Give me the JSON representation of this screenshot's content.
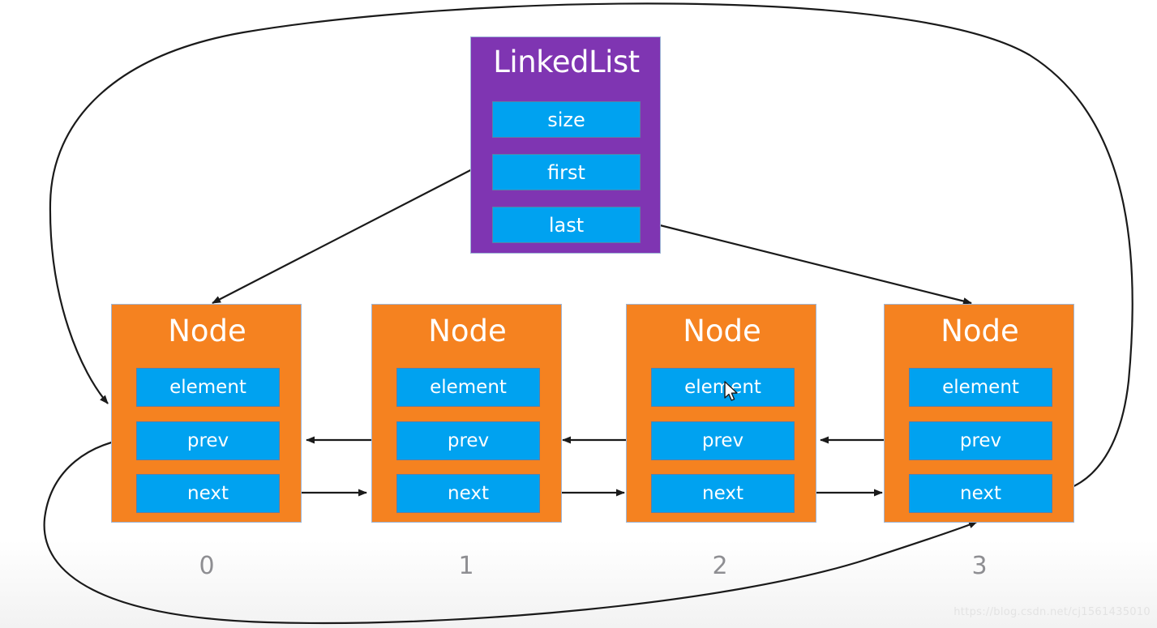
{
  "diagram": {
    "title": "LinkedList doubly linked list structure",
    "colors": {
      "node_fill": "#F58220",
      "linkedlist_fill": "#7F35B2",
      "field_fill": "#00A2F0",
      "field_text": "#ffffff",
      "arrow": "#1a1a1a",
      "index_label": "#8e8e92",
      "background": "#ffffff"
    }
  },
  "linkedlist": {
    "title": "LinkedList",
    "fields": [
      {
        "label": "size"
      },
      {
        "label": "first"
      },
      {
        "label": "last"
      }
    ]
  },
  "nodes": [
    {
      "title": "Node",
      "index_label": "0",
      "fields": [
        {
          "label": "element"
        },
        {
          "label": "prev"
        },
        {
          "label": "next"
        }
      ]
    },
    {
      "title": "Node",
      "index_label": "1",
      "fields": [
        {
          "label": "element"
        },
        {
          "label": "prev"
        },
        {
          "label": "next"
        }
      ]
    },
    {
      "title": "Node",
      "index_label": "2",
      "fields": [
        {
          "label": "element"
        },
        {
          "label": "prev"
        },
        {
          "label": "next"
        }
      ]
    },
    {
      "title": "Node",
      "index_label": "3",
      "fields": [
        {
          "label": "element"
        },
        {
          "label": "prev"
        },
        {
          "label": "next"
        }
      ]
    }
  ],
  "edges": [
    {
      "name": "first-to-node0",
      "from": "LinkedList.first",
      "to": "Node0",
      "style": "straight"
    },
    {
      "name": "last-to-node3",
      "from": "LinkedList.last",
      "to": "Node3",
      "style": "straight"
    },
    {
      "name": "node3-next-wrap-to-node0",
      "from": "Node3.next",
      "to": "Node0",
      "style": "curve-over-top"
    },
    {
      "name": "node0-prev-wrap-to-node3",
      "from": "Node0.prev",
      "to": "Node3",
      "style": "curve-under-bottom"
    },
    {
      "name": "node1-prev-to-node0",
      "from": "Node1.prev",
      "to": "Node0",
      "style": "straight-left"
    },
    {
      "name": "node2-prev-to-node1",
      "from": "Node2.prev",
      "to": "Node1",
      "style": "straight-left"
    },
    {
      "name": "node3-prev-to-node2",
      "from": "Node3.prev",
      "to": "Node2",
      "style": "straight-left"
    },
    {
      "name": "node0-next-to-node1",
      "from": "Node0.next",
      "to": "Node1",
      "style": "straight-right"
    },
    {
      "name": "node1-next-to-node2",
      "from": "Node1.next",
      "to": "Node2",
      "style": "straight-right"
    },
    {
      "name": "node2-next-to-node3",
      "from": "Node2.next",
      "to": "Node3",
      "style": "straight-right"
    }
  ],
  "watermark": {
    "text": "https://blog.csdn.net/cj1561435010"
  },
  "cursor": {
    "name": "mouse-pointer",
    "over": "Node2.element"
  }
}
